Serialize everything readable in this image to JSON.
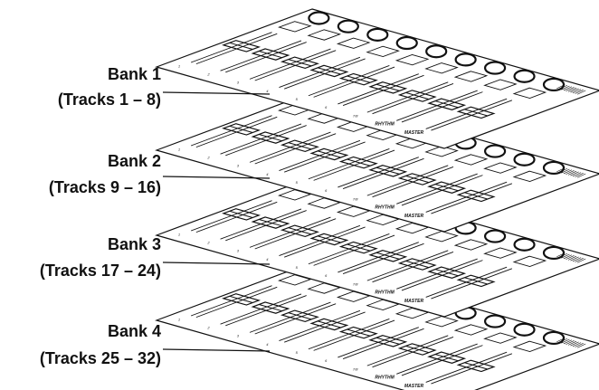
{
  "banks": [
    {
      "title": "Bank 1",
      "range": "(Tracks 1 – 8)"
    },
    {
      "title": "Bank 2",
      "range": "(Tracks 9 – 16)"
    },
    {
      "title": "Bank 3",
      "range": "(Tracks 17 – 24)"
    },
    {
      "title": "Bank 4",
      "range": "(Tracks 25 – 32)"
    }
  ],
  "channel_strip_labels": [
    "1",
    "2",
    "3",
    "4",
    "5",
    "6",
    "7/8",
    "RHYTHM",
    "MASTER"
  ],
  "colors": {
    "ink": "#111111",
    "paper": "#ffffff"
  }
}
